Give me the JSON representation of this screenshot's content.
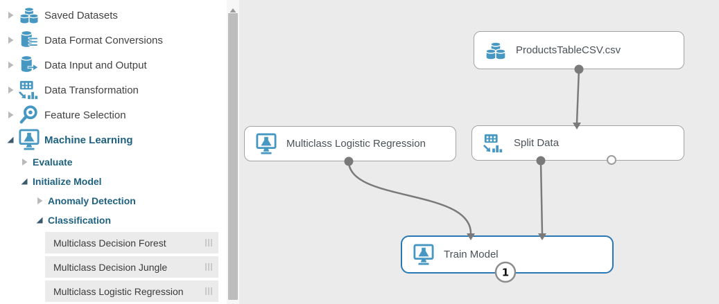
{
  "sidebar": {
    "categories": [
      {
        "label": "Saved Datasets",
        "icon": "saved-datasets-icon",
        "state": "collapsed"
      },
      {
        "label": "Data Format Conversions",
        "icon": "data-format-conversions-icon",
        "state": "collapsed"
      },
      {
        "label": "Data Input and Output",
        "icon": "data-input-output-icon",
        "state": "collapsed"
      },
      {
        "label": "Data Transformation",
        "icon": "data-transformation-icon",
        "state": "collapsed"
      },
      {
        "label": "Feature Selection",
        "icon": "feature-selection-icon",
        "state": "collapsed"
      },
      {
        "label": "Machine Learning",
        "icon": "machine-learning-icon",
        "state": "expanded"
      }
    ],
    "ml_children": [
      {
        "label": "Evaluate",
        "state": "collapsed",
        "level": 1
      },
      {
        "label": "Initialize Model",
        "state": "expanded",
        "level": 1
      },
      {
        "label": "Anomaly Detection",
        "state": "collapsed",
        "level": 2
      },
      {
        "label": "Classification",
        "state": "expanded",
        "level": 2
      }
    ],
    "modules": [
      "Multiclass Decision Forest",
      "Multiclass Decision Jungle",
      "Multiclass Logistic Regression"
    ]
  },
  "canvas": {
    "nodes": [
      {
        "label": "ProductsTableCSV.csv",
        "icon": "saved-datasets-icon",
        "selected": false
      },
      {
        "label": "Multiclass Logistic Regression",
        "icon": "machine-learning-icon",
        "selected": false
      },
      {
        "label": "Split Data",
        "icon": "data-transformation-icon",
        "selected": false
      },
      {
        "label": "Train Model",
        "icon": "machine-learning-icon",
        "selected": true,
        "badge": "1"
      }
    ],
    "connections": [
      {
        "from": "ProductsTableCSV.csv",
        "to": "Split Data"
      },
      {
        "from": "Multiclass Logistic Regression",
        "to": "Train Model"
      },
      {
        "from": "Split Data (output 1)",
        "to": "Train Model"
      }
    ]
  },
  "colors": {
    "icon_blue": "#4697c1",
    "tree_bold_text": "#1e6181",
    "category_text": "#414141",
    "canvas_bg": "#ebebeb",
    "node_border": "#a2a2a2",
    "selected_node_border": "#2878b5",
    "connector_gray": "#7a7a7a",
    "module_item_bg": "#ebebeb"
  }
}
